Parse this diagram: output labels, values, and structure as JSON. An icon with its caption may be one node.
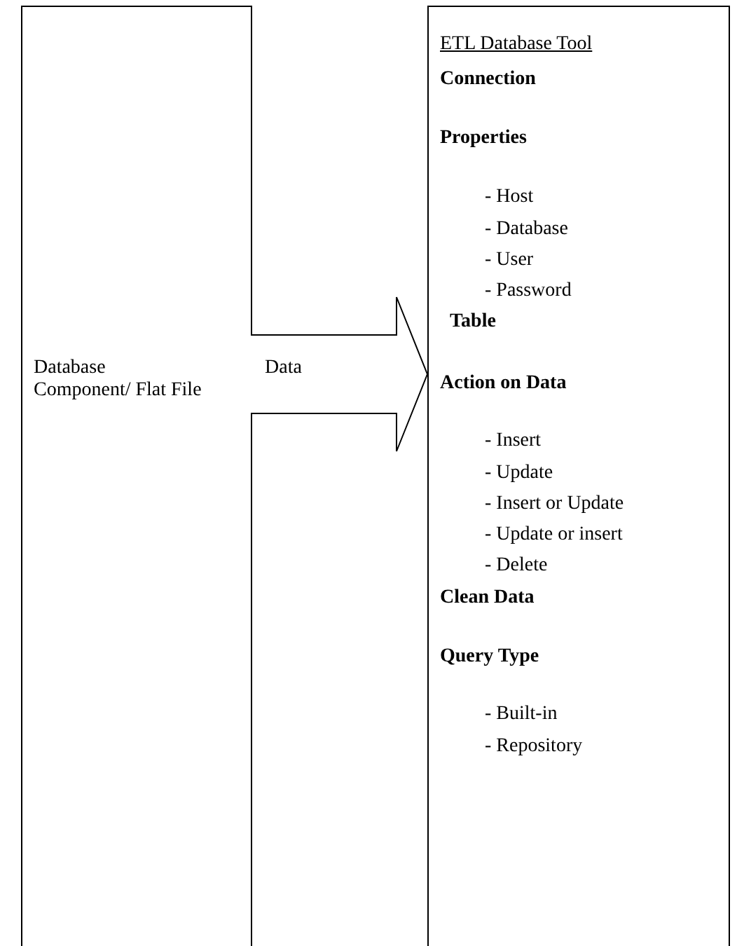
{
  "diagram": {
    "nodes": [
      {
        "text": [
          "Database Component/ Flat File"
        ]
      },
      {
        "text": [
          "ETL Database Tool",
          "Connection",
          "Properties",
          "- Host",
          "- Database",
          "- User",
          "- Password",
          "Table",
          "Action on Data",
          "- Insert",
          "- Update",
          "- Insert or Update",
          "- Update or insert",
          "- Delete",
          "Clean Data",
          "Query Type",
          "- Built-in",
          "- Repository"
        ]
      }
    ],
    "edges": [
      {
        "from": 0,
        "to": 1,
        "arrow": "to",
        "label": "Data"
      }
    ]
  }
}
